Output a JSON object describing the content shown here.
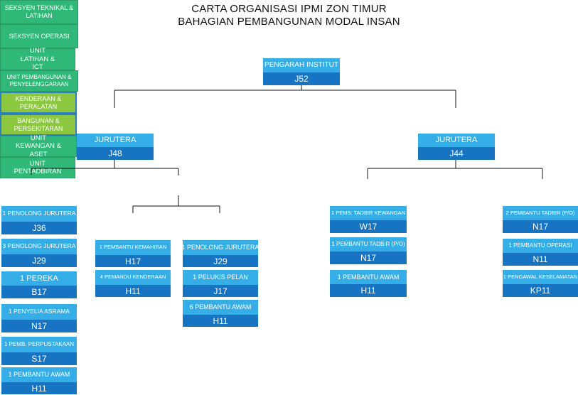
{
  "title": {
    "line1": "CARTA ORGANISASI IPMI ZON TIMUR",
    "line2": "BAHAGIAN PEMBANGUNAN MODAL INSAN"
  },
  "colors": {
    "blue_light": "#35aee8",
    "blue_dark": "#1774c2",
    "green": "#2fb877",
    "light_green": "#8bc840",
    "line": "#111111"
  },
  "root": {
    "title": "PENGARAH INSTITUT",
    "grade": "J52"
  },
  "left_section": {
    "name": "SEKSYEN TEKNIKAL & LATIHAN",
    "head_title": "JURUTERA",
    "head_grade": "J48",
    "unit_latihan": {
      "name": "UNIT LATIHAN & ICT",
      "posts": [
        {
          "title": "1 PENOLONG JURUTERA",
          "grade": "J36"
        },
        {
          "title": "3 PENOLONG JURUTERA",
          "grade": "J29"
        },
        {
          "title": "1 PEREKA",
          "grade": "B17"
        },
        {
          "title": "1 PENYELIA ASRAMA",
          "grade": "N17"
        },
        {
          "title": "1 PEMB. PERPUSTAKAAN",
          "grade": "S17"
        },
        {
          "title": "1 PEMBANTU AWAM",
          "grade": "H11"
        }
      ]
    },
    "unit_pembangunan": {
      "name": "UNIT PEMBANGUNAN & PENYELENGGARAAN",
      "kenderaan": {
        "name": "KENDERAAN & PERALATAN",
        "posts": [
          {
            "title": "1 PEMBANTU KEMAHIRAN",
            "grade": "H17"
          },
          {
            "title": "4 PEMANDU KENDERAAN",
            "grade": "H11"
          }
        ]
      },
      "bangunan": {
        "name": "BANGUNAN & PERSEKITARAN",
        "posts": [
          {
            "title": "1 PENOLONG JURUTERA",
            "grade": "J29"
          },
          {
            "title": "1 PELUKIS PELAN",
            "grade": "J17"
          },
          {
            "title": "6 PEMBANTU AWAM",
            "grade": "H11"
          }
        ]
      }
    }
  },
  "right_section": {
    "name": "SEKSYEN OPERASI",
    "head_title": "JURUTERA",
    "head_grade": "J44",
    "unit_kewangan": {
      "name": "UNIT KEWANGAN & ASET",
      "posts": [
        {
          "title": "1 PEMB. TADBIR KEWANGAN",
          "grade": "W17"
        },
        {
          "title": "1 PEMBANTU TADBIR (P/O)",
          "grade": "N17"
        },
        {
          "title": "1 PEMBANTU AWAM",
          "grade": "H11"
        }
      ]
    },
    "unit_pentadbiran": {
      "name": "UNIT PENTADBIRAN",
      "posts": [
        {
          "title": "2 PEMBANTU TADBIR (P/O)",
          "grade": "N17"
        },
        {
          "title": "1 PEMBANTU OPERASI",
          "grade": "N11"
        },
        {
          "title": "1 PENGAWAL KESELAMATAN",
          "grade": "KP11"
        }
      ]
    }
  }
}
